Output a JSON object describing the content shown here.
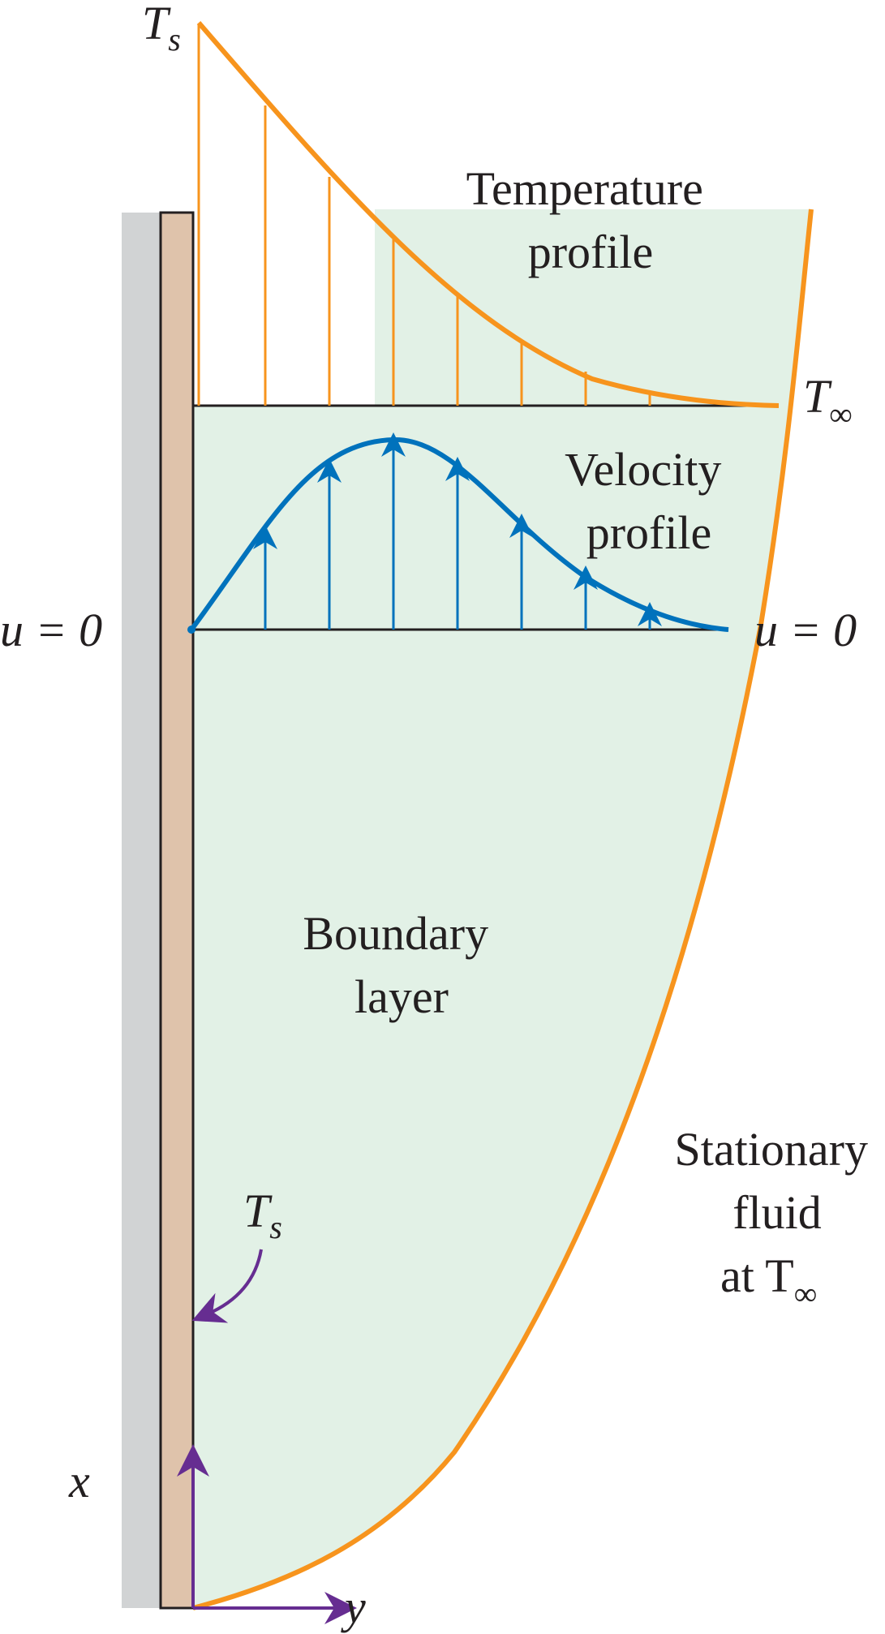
{
  "labels": {
    "surface_temp_top": {
      "main": "T",
      "sub": "s"
    },
    "surface_temp_wall": {
      "main": "T",
      "sub": "s"
    },
    "temperature_profile": [
      "Temperature",
      "profile"
    ],
    "far_temp": {
      "main": "T",
      "sub": "∞"
    },
    "velocity_profile": [
      "Velocity",
      "profile"
    ],
    "wall_velocity": "u = 0",
    "edge_velocity": "u = 0",
    "boundary_layer": [
      "Boundary",
      "layer"
    ],
    "stationary_fluid": [
      "Stationary",
      "fluid",
      "at T"
    ],
    "stationary_fluid_sub": "∞",
    "x_axis": "x",
    "y_axis": "y"
  },
  "colors": {
    "wall_gray": "#d1d3d4",
    "plate": "#dfc3ab",
    "boundary_layer_fill": "#e2f1e6",
    "temperature": "#f7941d",
    "velocity": "#0072bc",
    "axes": "#662d91",
    "line": "#231f20"
  },
  "icons": {
    "temperature_ticks": "vertical-line-marks",
    "velocity_arrows": "up-arrow-marks",
    "axis_arrows": "right-and-up-arrows",
    "pointer": "curved-arrow"
  }
}
